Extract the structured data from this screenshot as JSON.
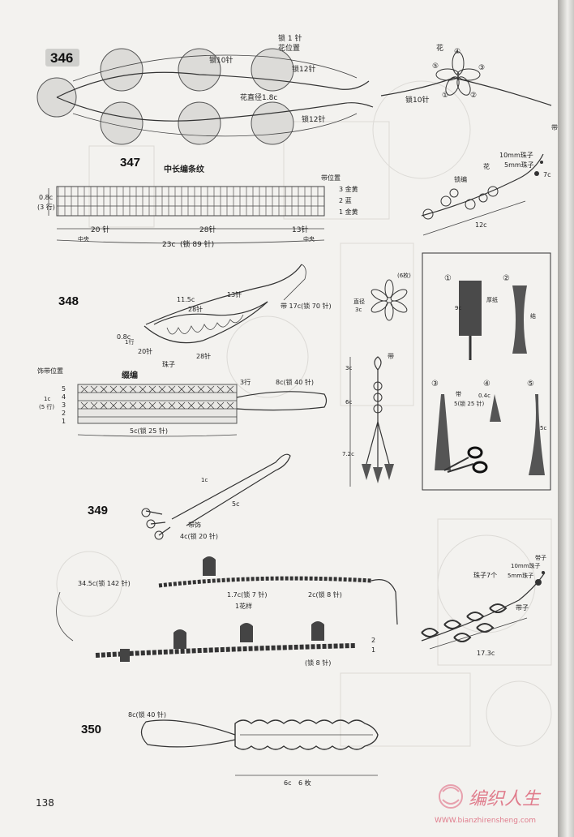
{
  "page_number": "138",
  "watermark": {
    "title": "编织人生",
    "url": "WWW.bianzhirensheng.com"
  },
  "d346": {
    "number": "346",
    "labels": {
      "ch1_flower_pos": "锁 1 针",
      "flower_pos": "花位置",
      "ch10": "锁10针",
      "ch12_top": "锁12针",
      "ch12_bottom": "锁12针",
      "flower_dia": "花直径1.8c",
      "flower": "花",
      "ch10_right": "锁10针",
      "petals": [
        "①",
        "②",
        "③",
        "④",
        "⑤"
      ]
    }
  },
  "d347": {
    "number": "347",
    "title": "中长编条纹",
    "labels": {
      "band_pos": "带位置",
      "row3": "3 金黄",
      "row2": "2 蓝",
      "row1": "1 金黄",
      "height": "0.8c",
      "rows": "(3 行)",
      "st20": "20 针",
      "st28": "28针",
      "st13": "13针",
      "center_l": "中央",
      "center_r": "中央",
      "width": "23c",
      "width_ch": "(锁 89 针)",
      "bead": "10mm珠子",
      "bead_small": "5mm珠子",
      "ch_label": "锁编",
      "flower": "花",
      "band": "带",
      "len7": "7c",
      "len12": "12c"
    }
  },
  "tassel_box": {
    "steps": [
      "①",
      "②",
      "③",
      "④",
      "⑤"
    ],
    "labels": {
      "cardboard": "厚纸",
      "w": "9c",
      "tie": "结",
      "band": "带",
      "ch25": "5(锁 25 针)",
      "tie4": "0.4c",
      "len": "5c"
    }
  },
  "d348": {
    "number": "348",
    "labels": {
      "len11": "11.5c",
      "st13": "13针",
      "st28a": "28针",
      "band": "带 17c(锁 70 针)",
      "h": "0.8c",
      "row": "1行",
      "st20": "20针",
      "st28b": "28针",
      "bead": "珠子",
      "flower_6": "(6枚)",
      "dia": "直径",
      "dia_v": "3c",
      "top": "带",
      "top_len": "3c",
      "mid_len": "6c",
      "bot_len": "7.2c"
    }
  },
  "d348b": {
    "title": "缀编",
    "labels": {
      "deco_pos": "饰带位置",
      "r5": "5",
      "r4": "4",
      "r3": "3",
      "r2": "2",
      "r1": "1",
      "h": "1c",
      "rows": "(5 行)",
      "w": "5c(锁 25 针)",
      "r3b": "3行",
      "band": "8c(锁 40 针)"
    }
  },
  "d349": {
    "number": "349",
    "labels": {
      "len1": "1c",
      "len5": "5c",
      "deco": "带饰",
      "ch20": "4c(锁 20 针)",
      "total": "34.5c(锁 142 针)",
      "st7": "1.7c(锁 7 针)",
      "st8": "2c(锁 8 针)",
      "motif": "1花样",
      "st8b": "(锁 8 针)",
      "r2": "2",
      "r1": "1",
      "beads7": "珠子7个",
      "bead10": "10mm珠子",
      "bead5": "5mm珠子",
      "bead_top": "带子",
      "band": "带子",
      "len": "17.3c"
    }
  },
  "d350": {
    "number": "350",
    "labels": {
      "ch40": "8c(锁 40 针)",
      "bottom": "6c",
      "pieces": "6 枚"
    }
  }
}
